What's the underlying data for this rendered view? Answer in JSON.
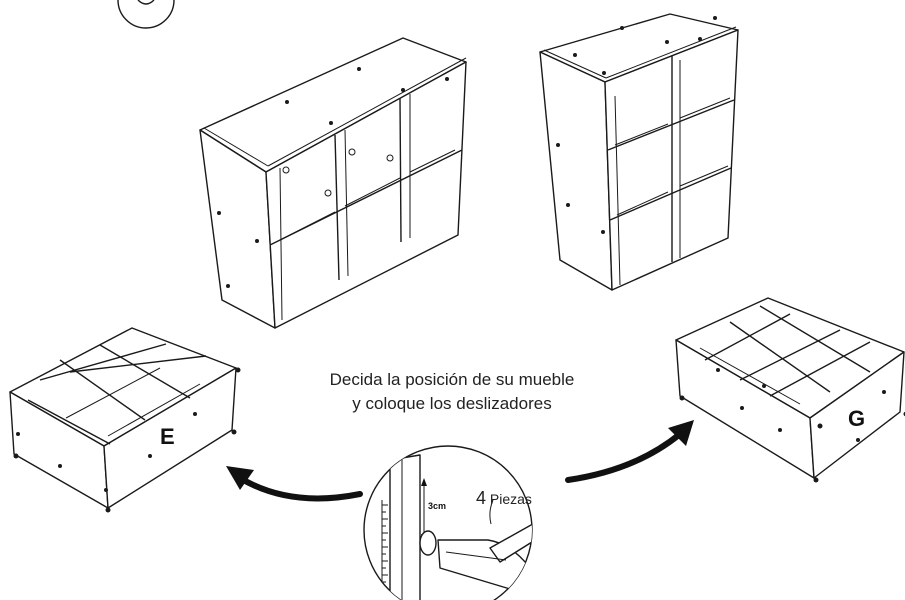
{
  "instruction": {
    "line1": "Decida la posición de su mueble",
    "line2": "y coloque los deslizadores"
  },
  "labels": {
    "option_left": "E",
    "option_right": "G"
  },
  "detail": {
    "count": "4",
    "pieces": "Piezas",
    "dimension": "3cm"
  },
  "colors": {
    "line": "#1a1a1a",
    "background": "#ffffff"
  }
}
